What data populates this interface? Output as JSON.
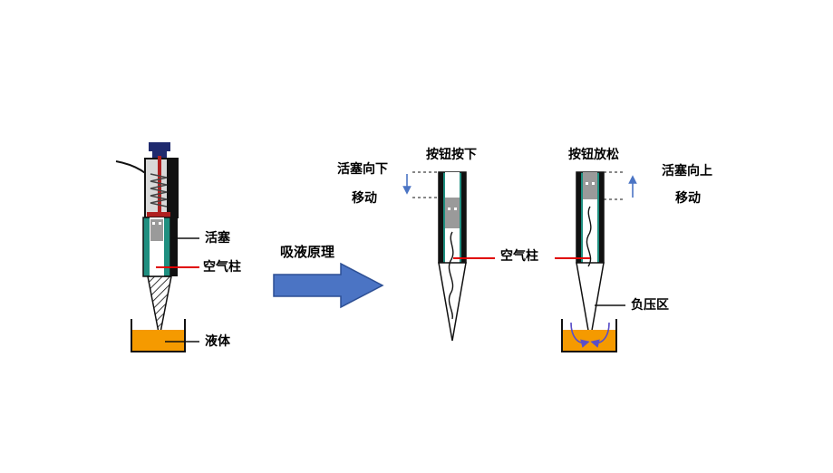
{
  "left_pipette": {
    "labels": {
      "piston": "活塞",
      "air_column": "空气柱",
      "liquid": "液体"
    }
  },
  "principle": {
    "title": "吸液原理"
  },
  "pressed_state": {
    "title": "按钮按下",
    "move_line1": "活塞向下",
    "move_line2": "移动",
    "air_column": "空气柱"
  },
  "released_state": {
    "title": "按钮放松",
    "move_line1": "活塞向上",
    "move_line2": "移动",
    "negative_pressure": "负压区"
  },
  "colors": {
    "tube_green": "#1f8f80",
    "tube_black": "#111111",
    "piston_gray": "#9a9a9a",
    "liquid_orange": "#f59a00",
    "arrow_blue": "#4b74c4",
    "pointer_red": "#e00000",
    "cap_navy": "#1f2a6e",
    "spring_red": "#b02020"
  }
}
